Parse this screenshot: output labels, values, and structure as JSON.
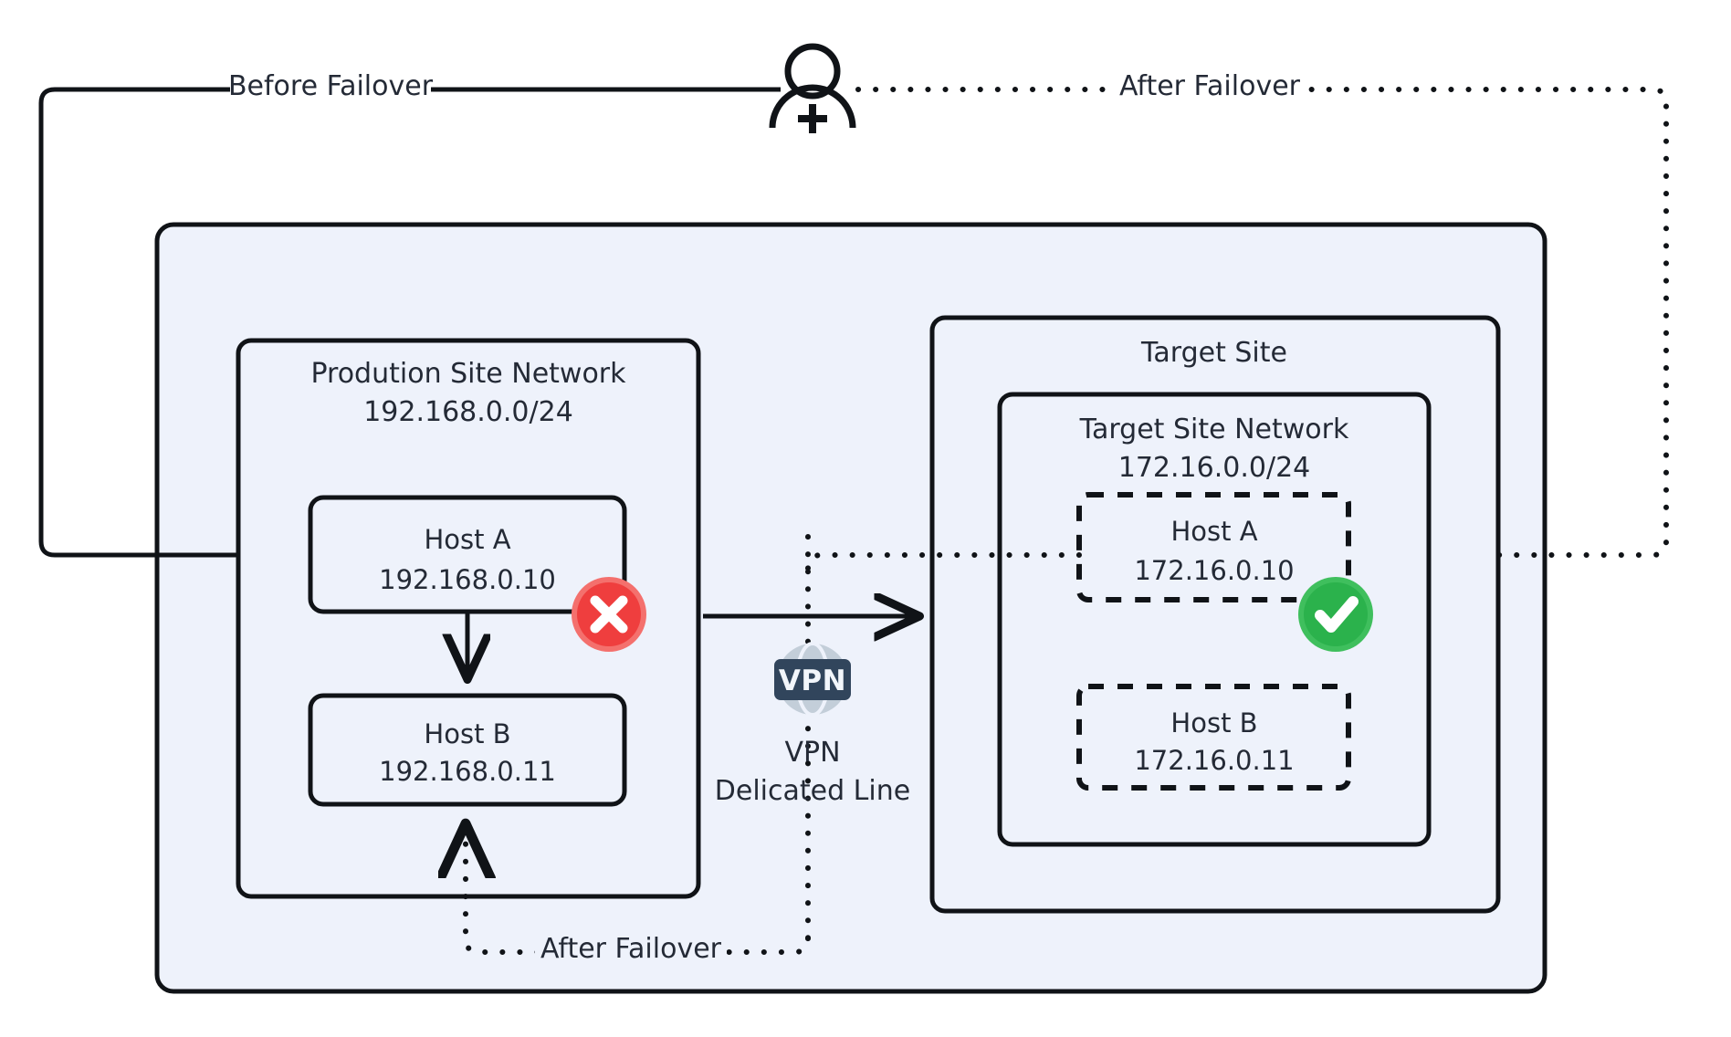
{
  "colors": {
    "page_background": "#ffffff",
    "panel_fill": "#eef2fb",
    "stroke": "#101317",
    "text": "#242a36",
    "error_badge": "#ef3e3e",
    "error_badge_ring": "#f4706d",
    "success_badge": "#2bb24c",
    "success_badge_ring": "#3fbf5d",
    "vpn_badge_fill": "#31455c",
    "vpn_globe_fill": "#c3ced9"
  },
  "paths": {
    "before_failover_label": "Before Failover",
    "after_failover_top_label": "After Failover",
    "after_failover_bottom_label": "After Failover"
  },
  "actor": {
    "name": "user-add",
    "label": ""
  },
  "production": {
    "title": "Prodution Site Network",
    "subnet": "192.168.0.0/24",
    "hosts": [
      {
        "name": "Host A",
        "ip": "192.168.0.10",
        "status": "failed",
        "badge": "x-mark"
      },
      {
        "name": "Host B",
        "ip": "192.168.0.11",
        "status": "ok",
        "badge": ""
      }
    ]
  },
  "target": {
    "title": "Target Site",
    "network": {
      "title": "Target Site Network",
      "subnet": "172.16.0.0/24",
      "hosts": [
        {
          "name": "Host A",
          "ip": "172.16.0.10",
          "status": "active",
          "badge": "check-mark"
        },
        {
          "name": "Host B",
          "ip": "172.16.0.11",
          "status": "standby",
          "badge": ""
        }
      ]
    }
  },
  "vpn": {
    "badge_text": "VPN",
    "caption_line1": "VPN",
    "caption_line2": "Delicated Line"
  }
}
